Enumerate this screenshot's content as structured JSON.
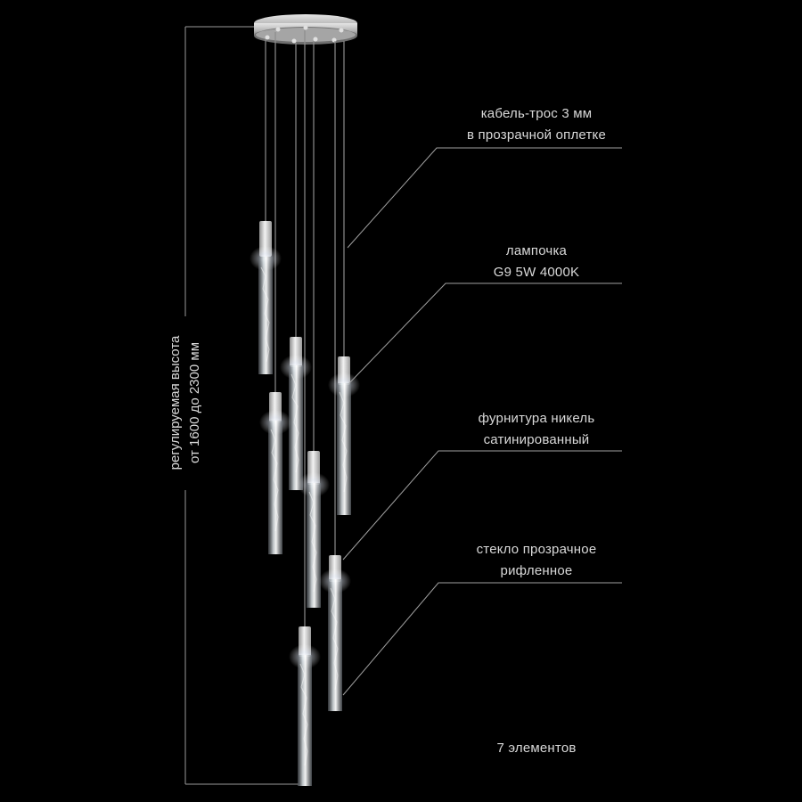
{
  "product": {
    "background_color": "#000000",
    "canopy_color": "#c8c8c8",
    "cable_color": "#8a8a8a",
    "glass_color": "#e8eef2"
  },
  "height_caption": {
    "line1": "регулируемая высота",
    "line2": "от 1600 до 2300 мм"
  },
  "callouts": [
    {
      "line1": "кабель-трос 3 мм",
      "line2": "в прозрачной оплетке"
    },
    {
      "line1": "лампочка",
      "line2": "G9 5W 4000K"
    },
    {
      "line1": "фурнитура никель",
      "line2": "сатинированный"
    },
    {
      "line1": "стекло прозрачное",
      "line2": "рифленное"
    }
  ],
  "element_count_label": "7 элементов"
}
